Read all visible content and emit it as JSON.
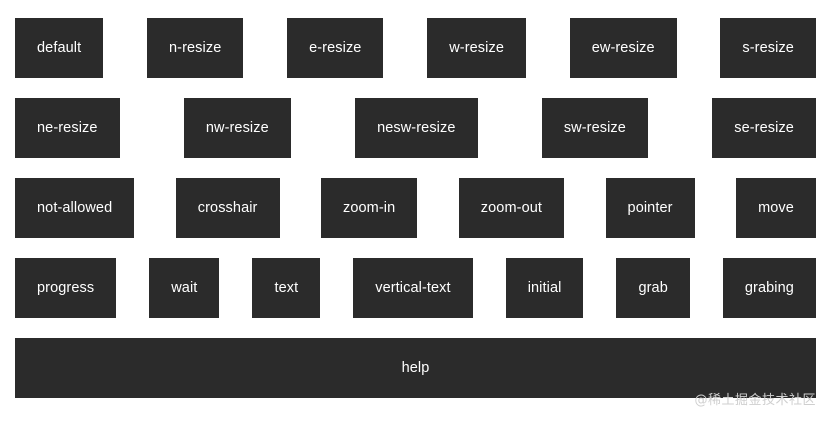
{
  "page": {
    "background_color": "#ffffff",
    "tile_color": "#2b2b2b",
    "tile_text_color": "#ffffff",
    "watermark": "@稀土掘金技术社区",
    "watermark_color": "#cfcfcf"
  },
  "rows": [
    {
      "tiles": [
        {
          "label": "default"
        },
        {
          "label": "n-resize"
        },
        {
          "label": "e-resize"
        },
        {
          "label": "w-resize"
        },
        {
          "label": "ew-resize"
        },
        {
          "label": "s-resize"
        }
      ]
    },
    {
      "tiles": [
        {
          "label": "ne-resize"
        },
        {
          "label": "nw-resize"
        },
        {
          "label": "nesw-resize"
        },
        {
          "label": "sw-resize"
        },
        {
          "label": "se-resize"
        }
      ]
    },
    {
      "tiles": [
        {
          "label": "not-allowed"
        },
        {
          "label": "crosshair"
        },
        {
          "label": "zoom-in"
        },
        {
          "label": "zoom-out"
        },
        {
          "label": "pointer"
        },
        {
          "label": "move"
        }
      ]
    },
    {
      "tiles": [
        {
          "label": "progress"
        },
        {
          "label": "wait"
        },
        {
          "label": "text"
        },
        {
          "label": "vertical-text"
        },
        {
          "label": "initial"
        },
        {
          "label": "grab"
        },
        {
          "label": "grabing"
        }
      ]
    },
    {
      "tiles": [
        {
          "label": "help"
        }
      ]
    }
  ]
}
